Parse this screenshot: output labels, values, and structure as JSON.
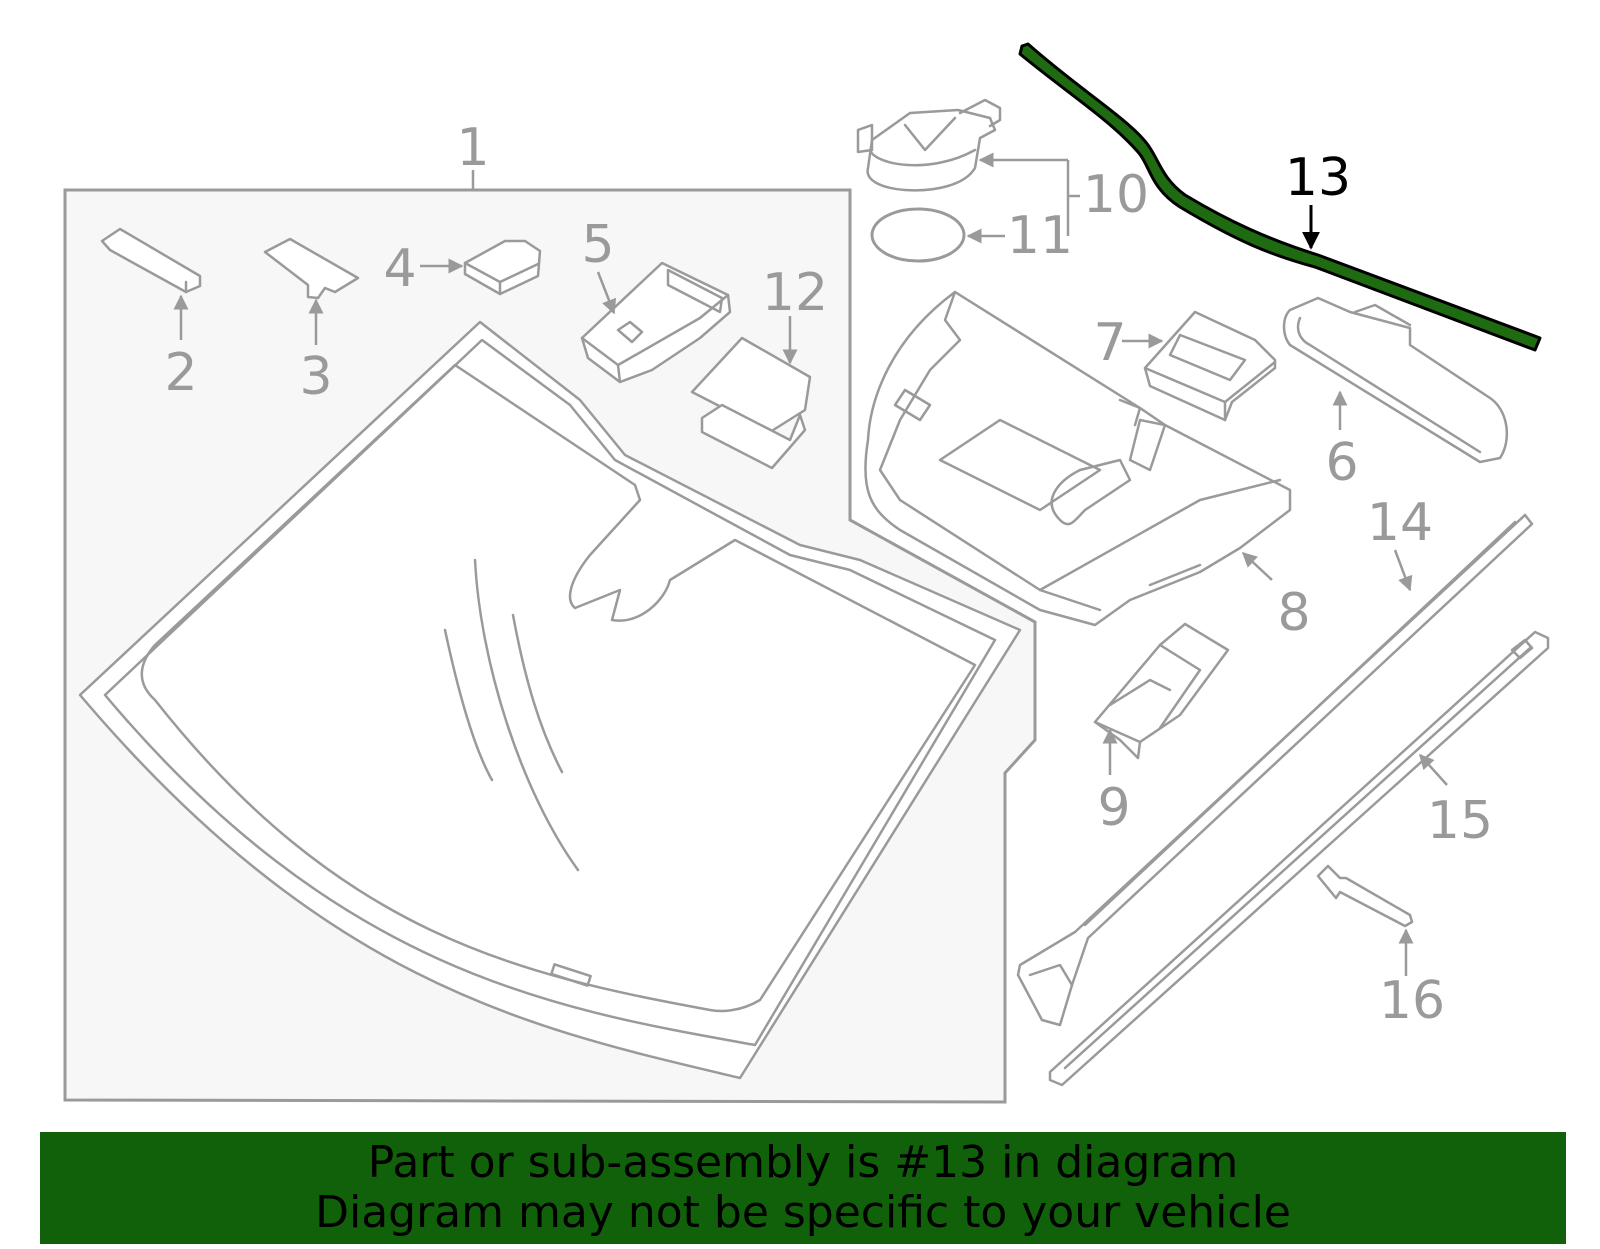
{
  "diagram": {
    "callouts": [
      {
        "id": "1",
        "label": "1"
      },
      {
        "id": "2",
        "label": "2"
      },
      {
        "id": "3",
        "label": "3"
      },
      {
        "id": "4",
        "label": "4"
      },
      {
        "id": "5",
        "label": "5"
      },
      {
        "id": "6",
        "label": "6"
      },
      {
        "id": "7",
        "label": "7"
      },
      {
        "id": "8",
        "label": "8"
      },
      {
        "id": "9",
        "label": "9"
      },
      {
        "id": "10",
        "label": "10"
      },
      {
        "id": "11",
        "label": "11"
      },
      {
        "id": "12",
        "label": "12"
      },
      {
        "id": "13",
        "label": "13"
      },
      {
        "id": "14",
        "label": "14"
      },
      {
        "id": "15",
        "label": "15"
      },
      {
        "id": "16",
        "label": "16"
      }
    ],
    "highlighted_part": "13",
    "colors": {
      "line": "#9a9a9a",
      "assembly_fill": "#f7f7f7",
      "highlight_fill": "#1e6b12",
      "banner_bg": "#11600a",
      "banner_text": "#000000"
    }
  },
  "banner": {
    "line1": "Part or sub-assembly is #13 in diagram",
    "line2": "Diagram may not be specific to your vehicle"
  }
}
